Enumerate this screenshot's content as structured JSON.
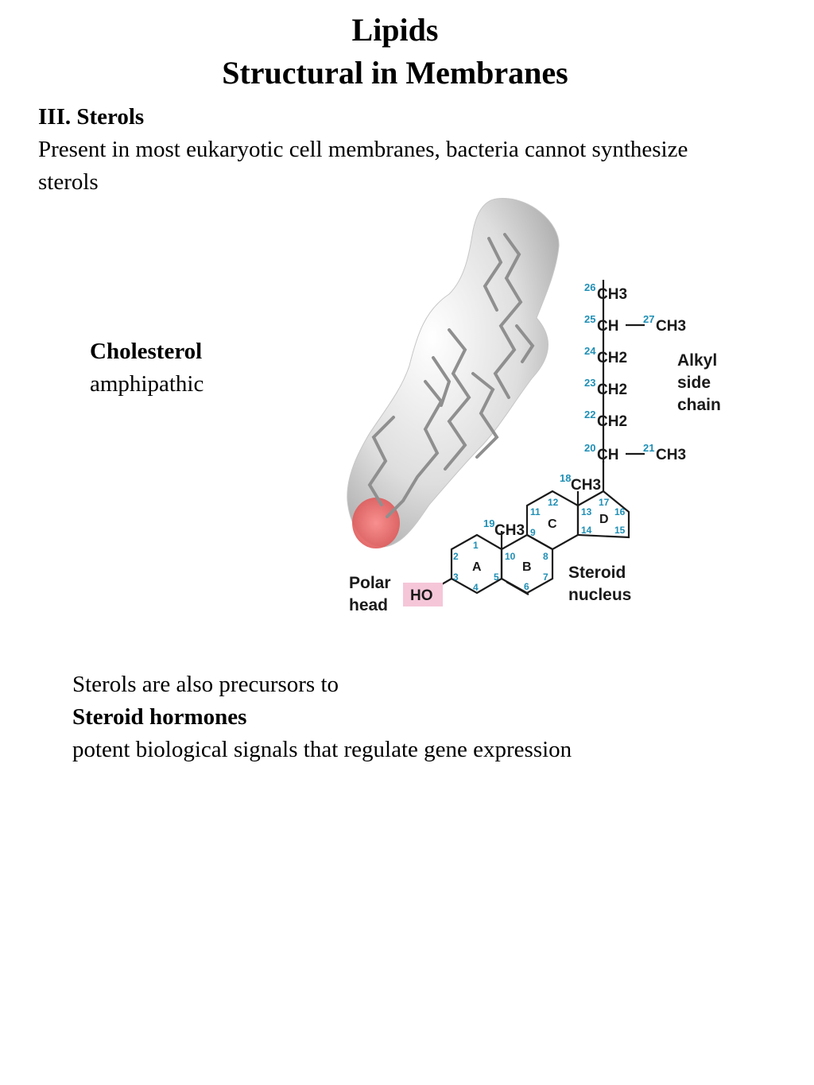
{
  "title": {
    "line1": "Lipids",
    "line2": "Structural in Membranes"
  },
  "section": {
    "heading": "III.  Sterols",
    "intro": "Present in most eukaryotic cell membranes, bacteria cannot synthesize sterols"
  },
  "cholesterol": {
    "label": "Cholesterol",
    "description": "amphipathic"
  },
  "figure": {
    "chain": {
      "c26": {
        "num": "26",
        "text": "CH3"
      },
      "c25": {
        "num": "25",
        "text": "CH",
        "branch_num": "27",
        "branch_text": "CH3"
      },
      "c24": {
        "num": "24",
        "text": "CH2"
      },
      "c23": {
        "num": "23",
        "text": "CH2"
      },
      "c22": {
        "num": "22",
        "text": "CH2"
      },
      "c20": {
        "num": "20",
        "text": "CH",
        "branch_num": "21",
        "branch_text": "CH3"
      },
      "c18": {
        "num": "18",
        "text": "CH3"
      },
      "c19": {
        "num": "19",
        "text": "CH3"
      }
    },
    "ring_numbers": [
      "1",
      "2",
      "3",
      "4",
      "5",
      "6",
      "7",
      "8",
      "9",
      "10",
      "11",
      "12",
      "13",
      "14",
      "15",
      "16",
      "17"
    ],
    "ring_letters": [
      "A",
      "B",
      "C",
      "D"
    ],
    "alkyl_label": [
      "Alkyl",
      "side",
      "chain"
    ],
    "steroid_label": [
      "Steroid",
      "nucleus"
    ],
    "polar_label": [
      "Polar",
      "head"
    ],
    "ho": "HO",
    "colors": {
      "number": "#1f8fb5",
      "hydroxyl_highlight": "#f5c6d8",
      "oxygen": "#e05a5a"
    }
  },
  "footer": {
    "line1": "Sterols are also precursors to",
    "line2": "Steroid hormones",
    "line3": "potent biological signals that regulate gene expression"
  }
}
